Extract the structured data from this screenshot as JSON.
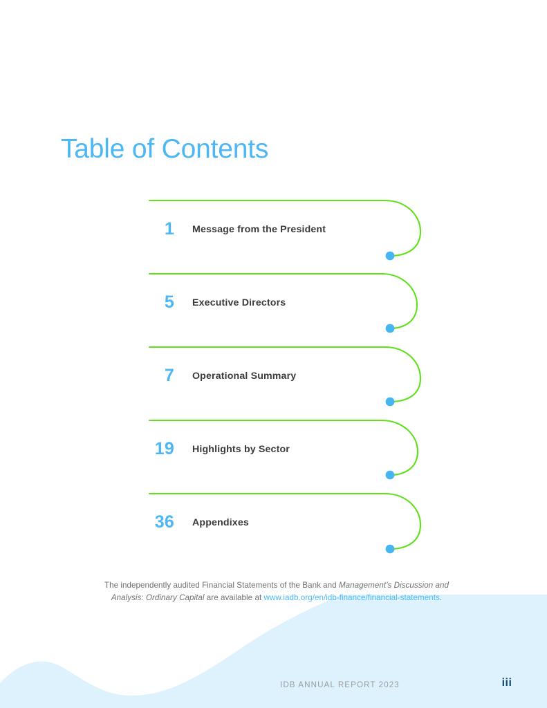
{
  "page": {
    "title": "Table of Contents",
    "background_color": "#ffffff",
    "accent_blue": "#4cb7f5",
    "accent_green": "#5fe01a",
    "text_dark": "#3a3a3c",
    "wave_color": "#ddf2fc",
    "page_number": "iii"
  },
  "toc": {
    "entries": [
      {
        "number": "1",
        "label": "Message from the President"
      },
      {
        "number": "5",
        "label": "Executive Directors"
      },
      {
        "number": "7",
        "label": "Operational Summary"
      },
      {
        "number": "19",
        "label": "Highlights by Sector"
      },
      {
        "number": "36",
        "label": "Appendixes"
      }
    ]
  },
  "footnote": {
    "line1_before_italic": "The independently audited Financial Statements of the Bank and ",
    "italic_part": "Management’s Discussion and Analysis: Ordinary Capital",
    "after_italic": " are available at",
    "url": "www.iadb.org/en/idb-finance/financial-statements",
    "period": "."
  },
  "footer": {
    "report_label": "IDB ANNUAL REPORT 2023",
    "page_number": "iii"
  }
}
